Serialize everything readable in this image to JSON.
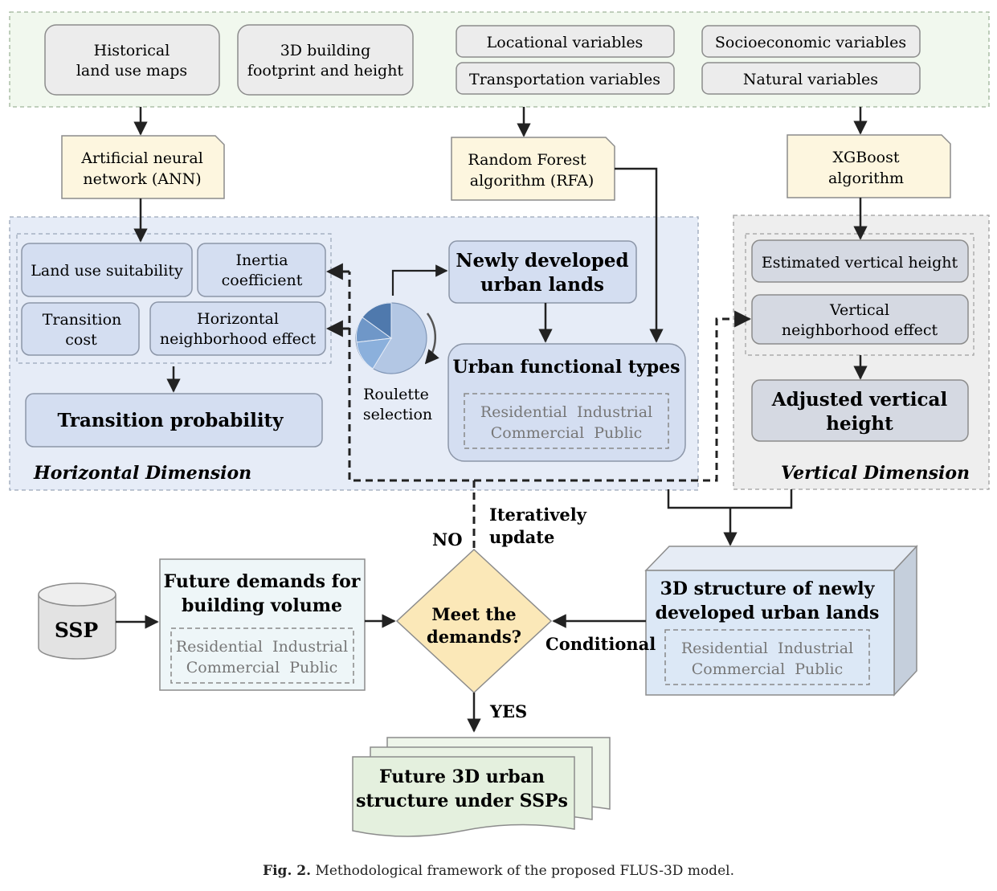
{
  "inputs": {
    "historical": [
      "Historical",
      "land use maps"
    ],
    "building": [
      "3D building",
      "footprint and height"
    ],
    "locational": "Locational variables",
    "transportation": "Transportation variables",
    "socioeconomic": "Socioeconomic variables",
    "natural": "Natural variables"
  },
  "algorithms": {
    "ann": [
      "Artificial neural",
      "network (ANN)"
    ],
    "rfa": [
      "Random Forest",
      "algorithm (RFA)"
    ],
    "xgb": [
      "XGBoost",
      "algorithm"
    ]
  },
  "horizontal": {
    "land_use_suitability": "Land use suitability",
    "inertia": [
      "Inertia",
      "coefficient"
    ],
    "transition_cost": [
      "Transition",
      "cost"
    ],
    "horizontal_neighborhood": [
      "Horizontal",
      "neighborhood effect"
    ],
    "transition_probability": "Transition probability",
    "roulette": [
      "Roulette",
      "selection"
    ],
    "newly_developed": [
      "Newly developed",
      "urban lands"
    ],
    "urban_functional_types": "Urban functional types",
    "types": [
      "Residential  Industrial",
      "Commercial  Public"
    ],
    "dimension_label": "Horizontal Dimension"
  },
  "vertical": {
    "estimated_height": "Estimated vertical height",
    "vertical_neighborhood": [
      "Vertical",
      "neighborhood effect"
    ],
    "adjusted_height": [
      "Adjusted vertical",
      "height"
    ],
    "dimension_label": "Vertical Dimension"
  },
  "loop": {
    "iteratively": [
      "Iteratively",
      "update"
    ],
    "no": "NO",
    "yes": "YES",
    "conditional": "Conditional",
    "meet": [
      "Meet the",
      "demands?"
    ],
    "ssp": "SSP",
    "future_demands": [
      "Future demands for",
      "building volume"
    ],
    "demand_types": [
      "Residential  Industrial",
      "Commercial  Public"
    ],
    "structure_3d": [
      "3D structure of newly",
      "developed urban lands"
    ],
    "structure_types": [
      "Residential  Industrial",
      "Commercial  Public"
    ],
    "future_3d": [
      "Future 3D urban",
      "structure under SSPs"
    ]
  },
  "caption": {
    "label": "Fig. 2.",
    "text": "Methodological framework of the proposed FLUS-3D model."
  }
}
